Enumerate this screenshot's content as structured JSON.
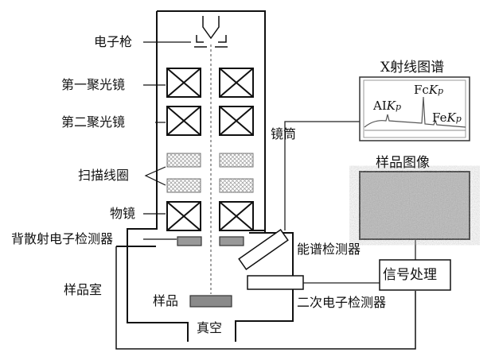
{
  "labels": {
    "electron_gun": "电子枪",
    "condenser1": "第一聚光镜",
    "condenser2": "第二聚光镜",
    "scan_coil": "扫描线圈",
    "objective": "物镜",
    "bse_detector": "背散射电子检测器",
    "chamber": "样品室",
    "column": "镜筒",
    "sample": "样品",
    "vacuum": "真空",
    "eds_detector": "能谱检测器",
    "se_detector": "二次电子检测器",
    "signal_processing": "信号处理",
    "xray_spectrum": "X射线图谱",
    "sample_image": "样品图像"
  },
  "spectrum_peaks": [
    {
      "el": "AI",
      "k": "K",
      "sub": "p"
    },
    {
      "el": "Fc",
      "k": "K",
      "sub": "p"
    },
    {
      "el": "Fe",
      "k": "K",
      "sub": "p"
    }
  ]
}
